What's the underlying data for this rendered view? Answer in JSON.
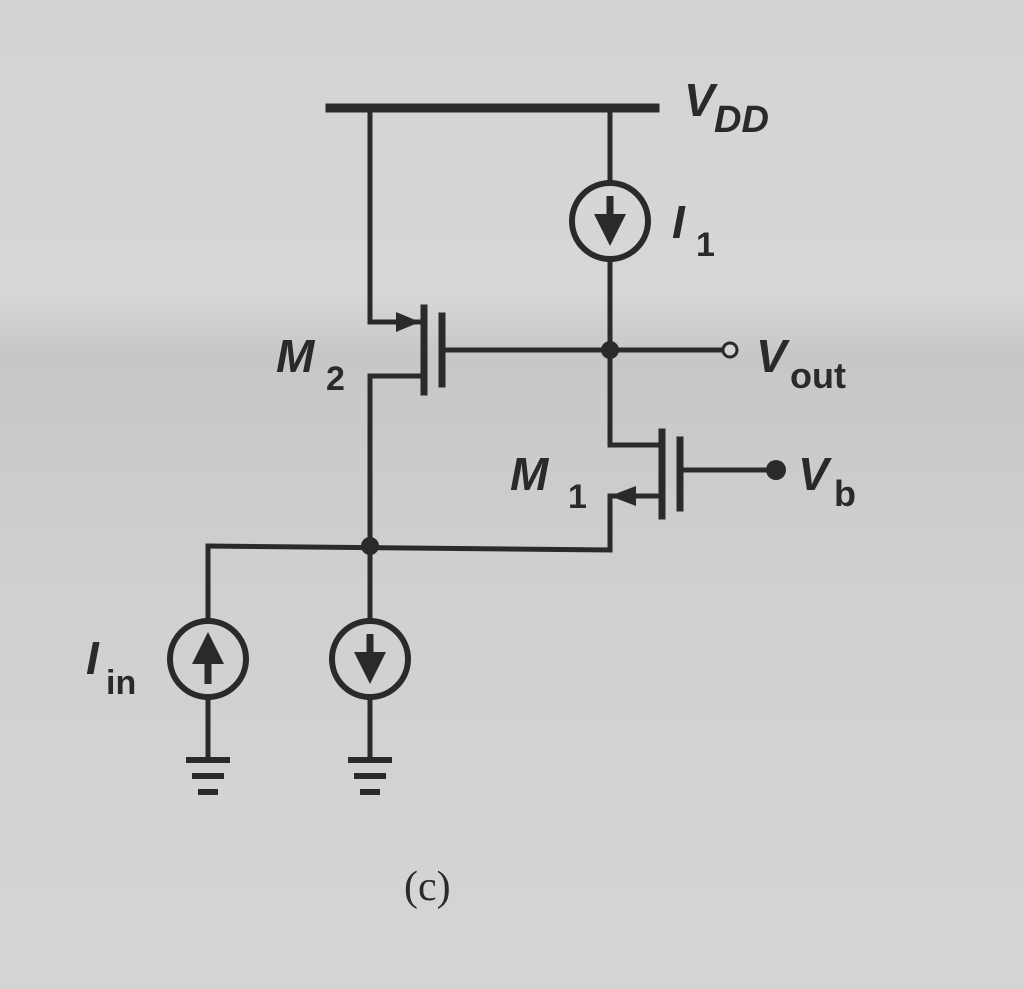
{
  "labels": {
    "vdd_main": "V",
    "vdd_sub": "DD",
    "i1_main": "I",
    "i1_sub": "1",
    "m2_main": "M",
    "m2_sub": "2",
    "m1_main": "M",
    "m1_sub": "1",
    "vout_main": "V",
    "vout_sub": "out",
    "vb_main": "V",
    "vb_sub": "b",
    "iin_main": "I",
    "iin_sub": "in"
  },
  "caption": "(c)",
  "colors": {
    "ink": "#2a2a2a",
    "paper": "#d2d4d3"
  }
}
